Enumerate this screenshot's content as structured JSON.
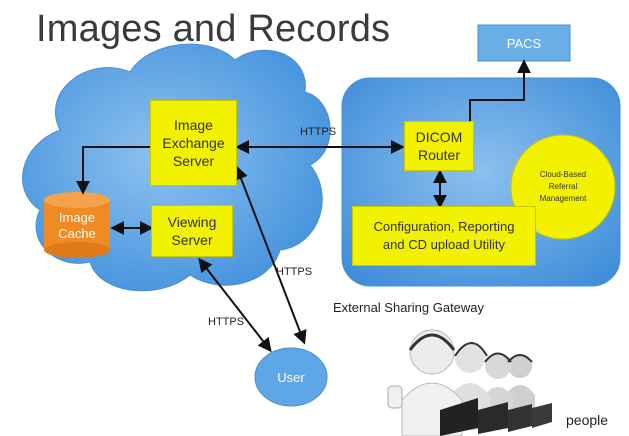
{
  "title": "Images and Records",
  "nodes": {
    "pacs": "PACS",
    "image_exchange": "Image\nExchange\nServer",
    "viewing_server": "Viewing\nServer",
    "image_cache": "Image\nCache",
    "dicom_router": "DICOM\nRouter",
    "config_utility": "Configuration, Reporting\nand CD upload Utility",
    "referral": "Cloud-Based\nReferral\nManagement",
    "user": "User"
  },
  "edge_labels": {
    "https_top": "HTTPS",
    "https_right": "HTTPS",
    "https_left": "HTTPS"
  },
  "gateway_label": "External Sharing Gateway",
  "people_label": "people",
  "colors": {
    "cloud": "#5fa6e6",
    "gateway": "#5aa2e2",
    "box": "#f2f200",
    "cache": "#f08a24",
    "user": "#5fa6e6",
    "pacs": "#6aaee8"
  }
}
